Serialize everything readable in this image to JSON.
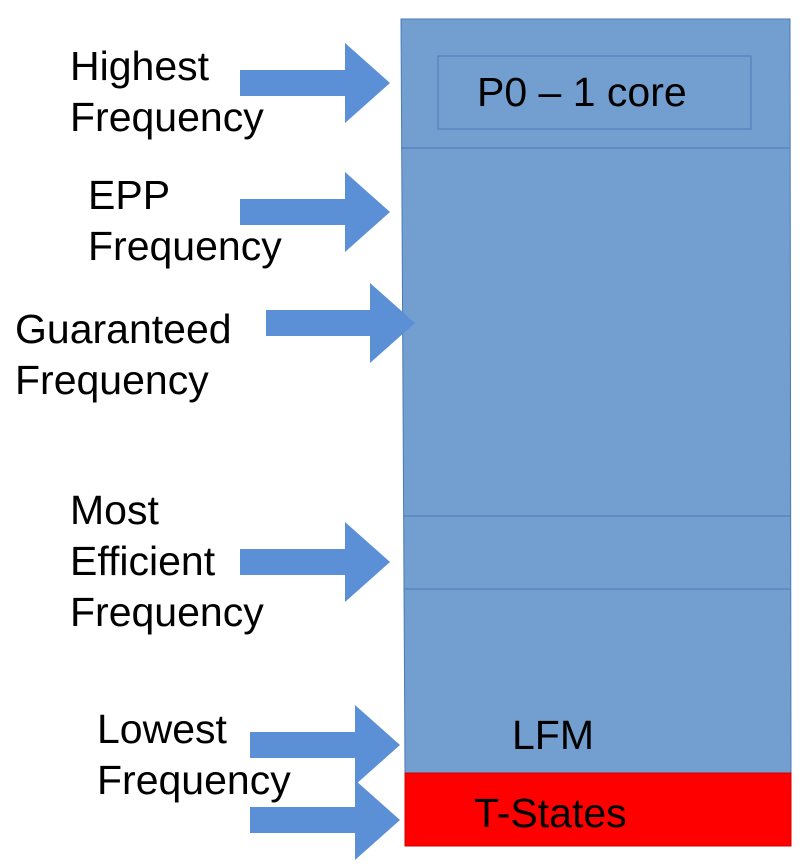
{
  "labels": {
    "highest": [
      "Highest",
      "Frequency"
    ],
    "epp": [
      "EPP",
      "Frequency"
    ],
    "guaranteed": [
      "Guaranteed",
      "Frequency"
    ],
    "most_efficient": [
      "Most",
      "Efficient",
      "Frequency"
    ],
    "lowest": [
      "Lowest",
      "Frequency"
    ]
  },
  "bar": {
    "p0_box": "P0 – 1 core",
    "lfm": "LFM",
    "t_states": "T-States"
  },
  "colors": {
    "bar_fill": "#729fcf",
    "bar_line": "#3465a4",
    "arrow": "#5b8fd6",
    "t_states_fill": "#ff0000"
  }
}
